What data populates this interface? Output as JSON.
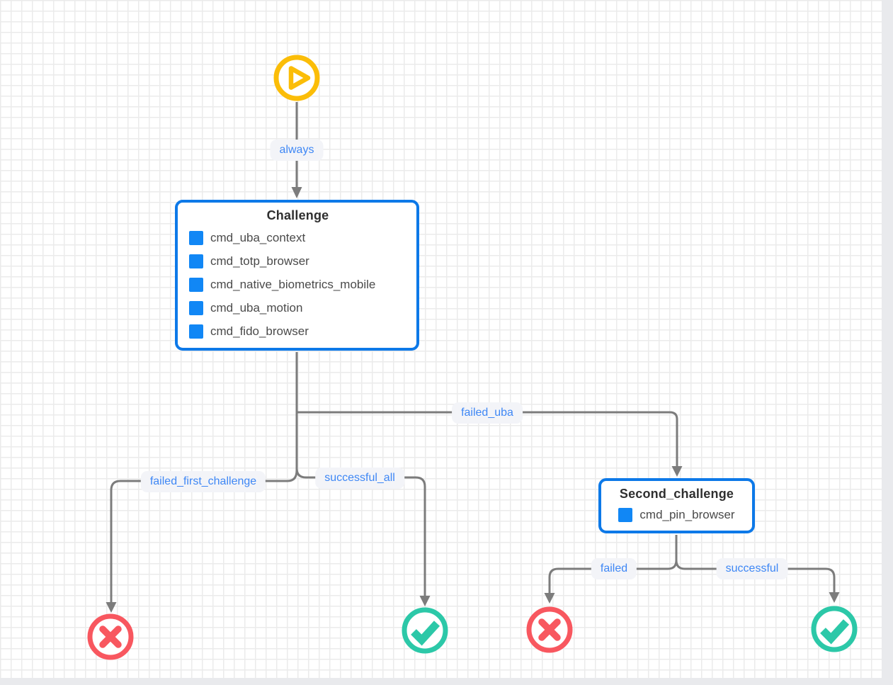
{
  "colors": {
    "canvas_bg": "#ffffff",
    "grid_line": "#ebebeb",
    "page_bg": "#e9eaed",
    "edge": "#7c7c7c",
    "edge_label_text": "#3e87f5",
    "edge_label_bg": "#f3f4f8",
    "node_border": "#0d79e8",
    "node_bg": "#ffffff",
    "node_title_text": "#2f2f2f",
    "item_text": "#4a4a4a",
    "item_square": "#1187f5",
    "start_icon": "#fbbd08",
    "fail_icon": "#f8575f",
    "success_icon": "#2cc8a8"
  },
  "nodes": {
    "challenge": {
      "title": "Challenge",
      "items": [
        "cmd_uba_context",
        "cmd_totp_browser",
        "cmd_native_biometrics_mobile",
        "cmd_uba_motion",
        "cmd_fido_browser"
      ]
    },
    "second_challenge": {
      "title": "Second_challenge",
      "items": [
        "cmd_pin_browser"
      ]
    }
  },
  "edge_labels": {
    "always": "always",
    "failed_uba": "failed_uba",
    "failed_first_challenge": "failed_first_challenge",
    "successful_all": "successful_all",
    "failed": "failed",
    "successful": "successful"
  },
  "terminals": [
    {
      "type": "failure"
    },
    {
      "type": "success"
    },
    {
      "type": "failure"
    },
    {
      "type": "success"
    }
  ]
}
